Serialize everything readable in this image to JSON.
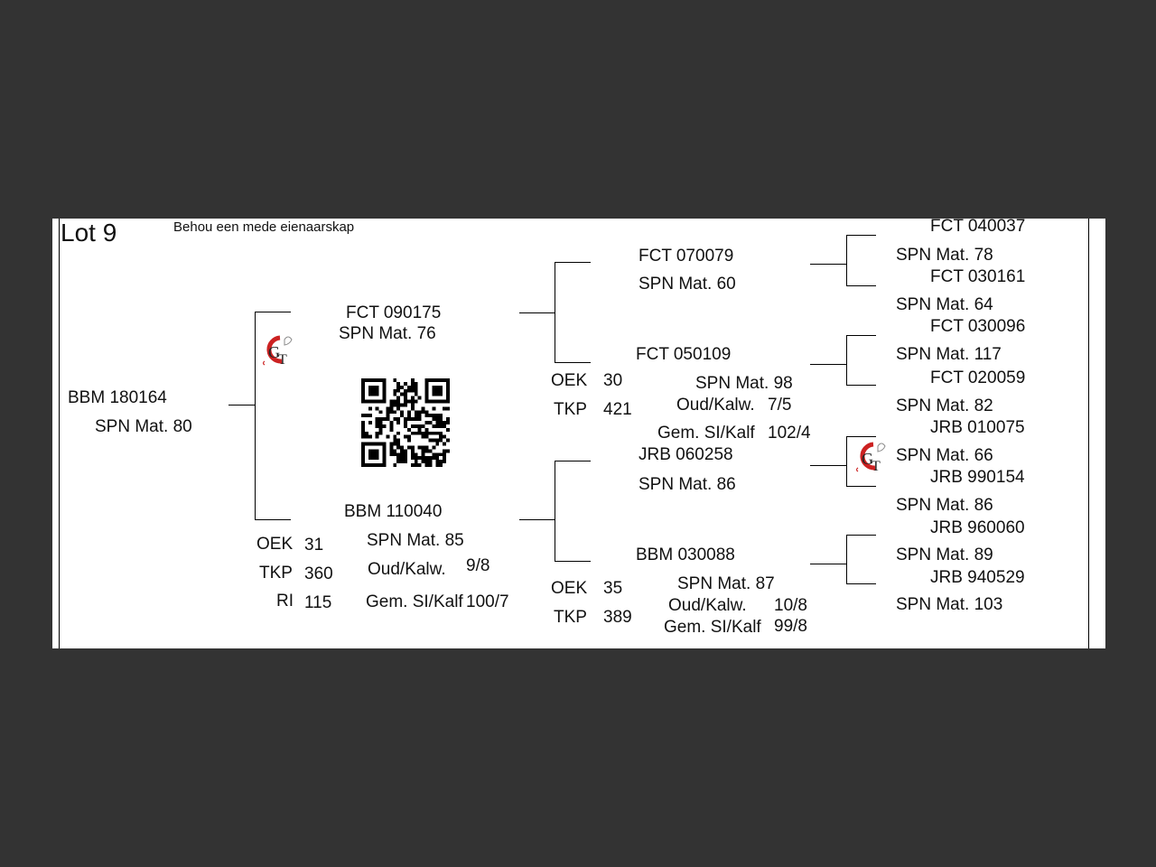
{
  "lot": "Lot 9",
  "note": "Behou een mede eienaarskap",
  "subject": {
    "id": "BBM 180164",
    "mat": "SPN Mat. 80"
  },
  "sire": {
    "id": "FCT 090175",
    "mat": "SPN Mat. 76"
  },
  "dam": {
    "id": "BBM 110040",
    "mat": "SPN Mat. 85",
    "oek_label": "OEK",
    "oek": "31",
    "tkp_label": "TKP",
    "tkp": "360",
    "ri_label": "RI",
    "ri": "115",
    "oud_label": "Oud/Kalw.",
    "oud": "9/8",
    "gem_label": "Gem. SI/Kalf",
    "gem": "100/7"
  },
  "sire_sire": {
    "id": "FCT 070079",
    "mat": "SPN Mat. 60"
  },
  "sire_dam": {
    "id": "FCT 050109",
    "mat": "SPN Mat. 98",
    "oek_label": "OEK",
    "oek": "30",
    "tkp_label": "TKP",
    "tkp": "421",
    "oud_label": "Oud/Kalw.",
    "oud": "7/5",
    "gem_label": "Gem. SI/Kalf",
    "gem": "102/4"
  },
  "dam_sire": {
    "id": "JRB 060258",
    "mat": "SPN Mat. 86"
  },
  "dam_dam": {
    "id": "BBM 030088",
    "mat": "SPN Mat. 87",
    "oek_label": "OEK",
    "oek": "35",
    "tkp_label": "TKP",
    "tkp": "389",
    "oud_label": "Oud/Kalw.",
    "oud": "10/8",
    "gem_label": "Gem. SI/Kalf",
    "gem": "99/8"
  },
  "gen3": [
    {
      "id": "FCT 040037",
      "mat": "SPN Mat. 78"
    },
    {
      "id": "FCT 030161",
      "mat": "SPN Mat. 64"
    },
    {
      "id": "FCT 030096",
      "mat": "SPN Mat. 117"
    },
    {
      "id": "FCT 020059",
      "mat": "SPN Mat. 82"
    },
    {
      "id": "JRB 010075",
      "mat": "SPN Mat. 66"
    },
    {
      "id": "JRB 990154",
      "mat": "SPN Mat. 86"
    },
    {
      "id": "JRB 960060",
      "mat": "SPN Mat. 89"
    },
    {
      "id": "JRB 940529",
      "mat": "SPN Mat. 103"
    }
  ],
  "logo": {
    "letters": "GT",
    "icon": "gt-logo-icon",
    "color": "#cc2222"
  },
  "qr": {
    "icon": "qr-code-icon"
  }
}
